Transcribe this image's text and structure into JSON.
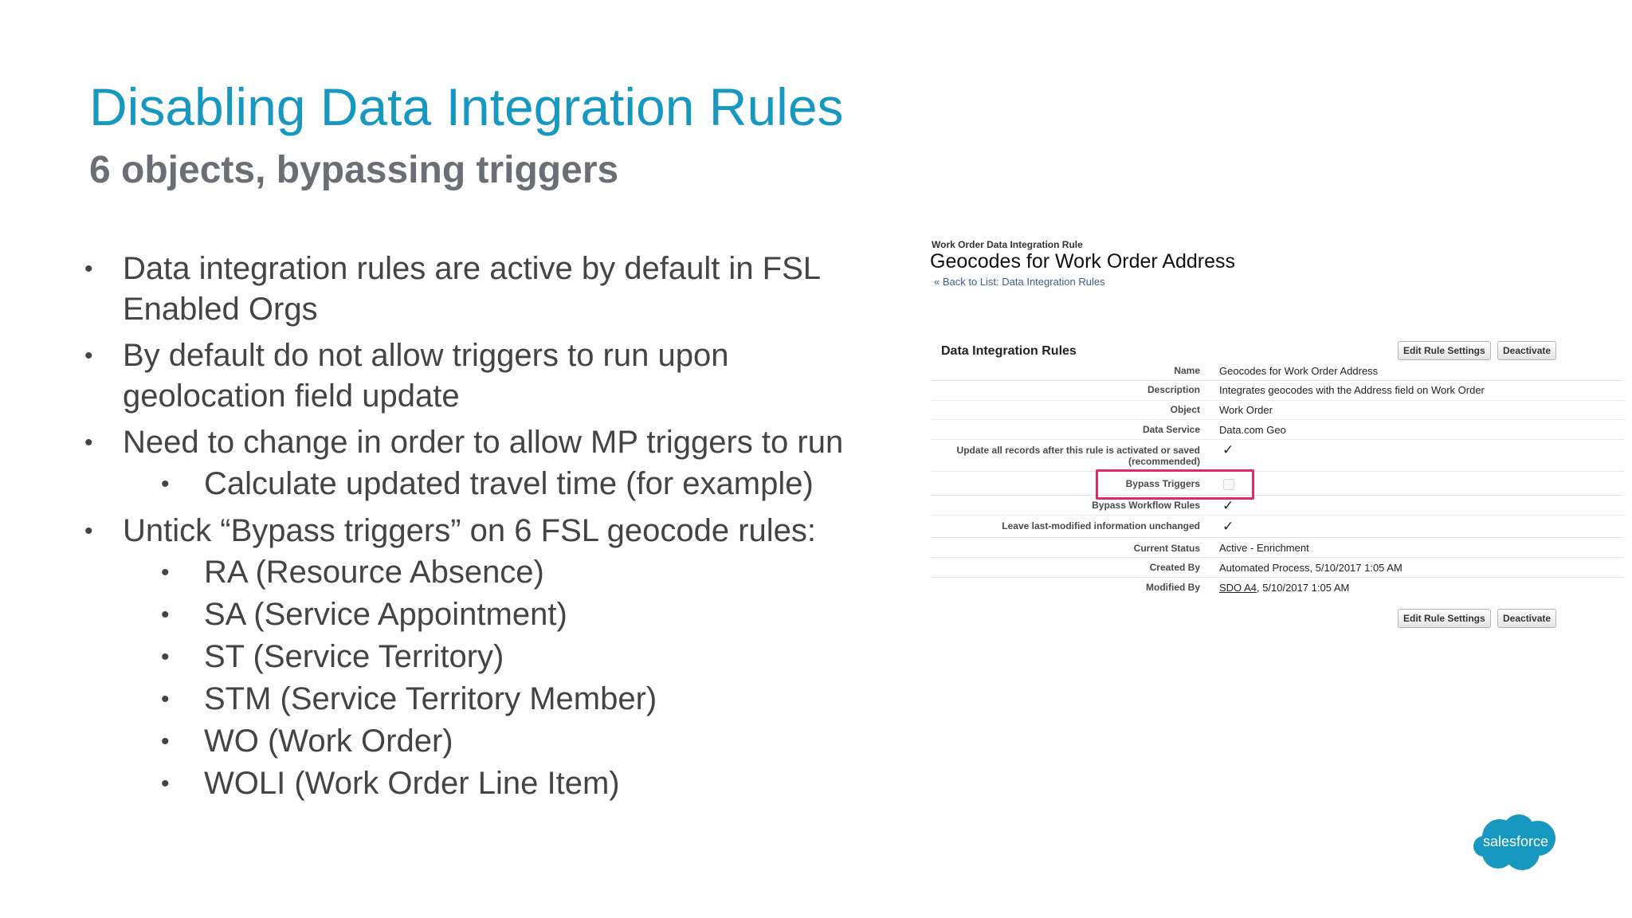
{
  "slide": {
    "title": "Disabling Data Integration Rules",
    "subtitle": "6 objects, bypassing triggers",
    "bullets": [
      {
        "text": "Data integration rules are active by default in FSL Enabled Orgs"
      },
      {
        "text": "By default do not allow triggers to run upon geolocation field update"
      },
      {
        "text": "Need to change in order to allow MP triggers to run",
        "subs": [
          "Calculate updated travel time (for example)"
        ]
      },
      {
        "text": "Untick “Bypass triggers” on 6 FSL geocode rules:",
        "subs": [
          "RA (Resource Absence)",
          "SA (Service Appointment)",
          "ST (Service Territory)",
          "STM (Service Territory Member)",
          "WO (Work Order)",
          "WOLI (Work Order Line Item)"
        ]
      }
    ],
    "bullet_glyph": "●",
    "sub_glyph": "•"
  },
  "screenshot": {
    "kicker": "Work Order Data Integration Rule",
    "title": "Geocodes for Work Order Address",
    "back_link": "« Back to List: Data Integration Rules",
    "section_title": "Data Integration Rules",
    "buttons": {
      "edit": "Edit Rule Settings",
      "deactivate": "Deactivate"
    },
    "check_glyph": "✓",
    "fields": {
      "name": {
        "label": "Name",
        "value": "Geocodes for Work Order Address"
      },
      "description": {
        "label": "Description",
        "value": "Integrates geocodes with the Address field on Work Order"
      },
      "object": {
        "label": "Object",
        "value": "Work Order"
      },
      "data_service": {
        "label": "Data Service",
        "value": "Data.com Geo"
      },
      "update_all": {
        "label": "Update all records after this rule is activated or saved (recommended)",
        "checked": true
      },
      "bypass_triggers": {
        "label": "Bypass Triggers",
        "checked": false
      },
      "bypass_workflow": {
        "label": "Bypass Workflow Rules",
        "checked": true
      },
      "leave_last_modified": {
        "label": "Leave last-modified information unchanged",
        "checked": true
      },
      "current_status": {
        "label": "Current Status",
        "value": "Active - Enrichment"
      },
      "created_by": {
        "label": "Created By",
        "value": "Automated Process, 5/10/2017 1:05 AM"
      },
      "modified_by": {
        "label": "Modified By",
        "user": "SDO A4",
        "date": ", 5/10/2017 1:05 AM"
      }
    }
  },
  "brand": {
    "logo_text": "salesforce",
    "color": "#1798c1",
    "highlight_color": "#e0286e"
  }
}
